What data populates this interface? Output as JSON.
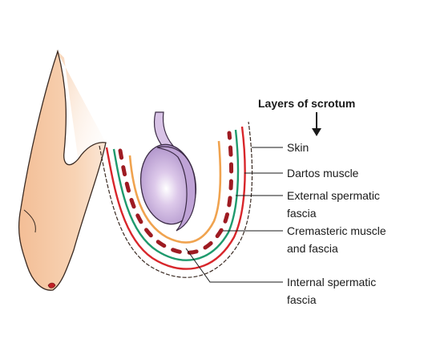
{
  "title": "Layers of scrotum",
  "labels": {
    "skin": "Skin",
    "dartos": "Dartos muscle",
    "external_1": "External spermatic",
    "external_2": "fascia",
    "cremasteric_1": "Cremasteric muscle",
    "cremasteric_2": "and fascia",
    "internal_1": "Internal spermatic",
    "internal_2": "fascia"
  },
  "colors": {
    "skin_tone": "#f6c9a4",
    "skin_outline": "#3a2a22",
    "dartos_line": "#d8262b",
    "external_line": "#1f9a6d",
    "cremasteric_dash": "#9e1b22",
    "internal_line": "#f0a34f",
    "testis_fill": "#c9b0dd",
    "testis_outline": "#3a2a44"
  }
}
